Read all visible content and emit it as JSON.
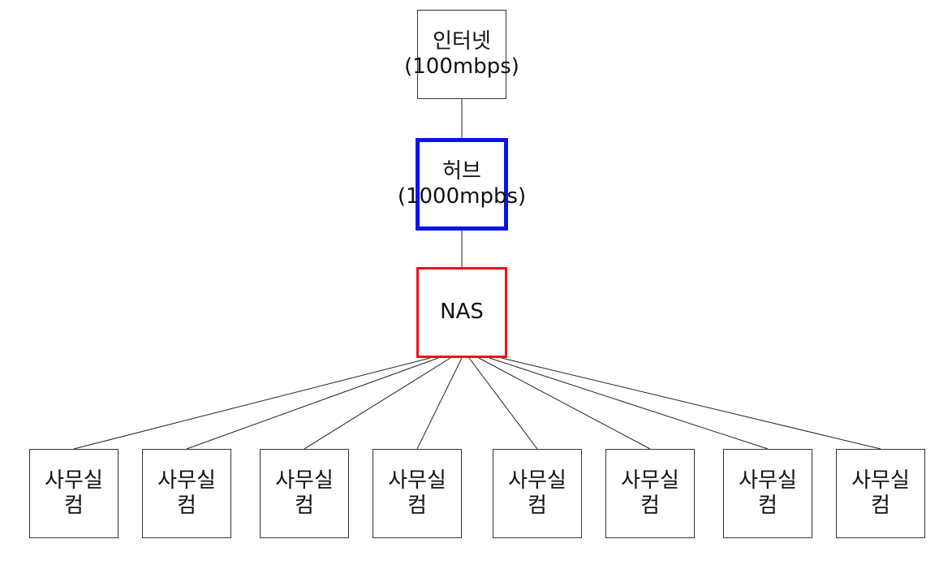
{
  "diagram": {
    "internet": {
      "line1": "인터넷",
      "line2": "(100mbps)",
      "border_color": "#333333"
    },
    "hub": {
      "line1": "허브",
      "line2": "(1000mpbs)",
      "border_color": "#0a14e8"
    },
    "nas": {
      "label": "NAS",
      "border_color": "#e81418"
    },
    "office_pcs": [
      {
        "line1": "사무실",
        "line2": "컴"
      },
      {
        "line1": "사무실",
        "line2": "컴"
      },
      {
        "line1": "사무실",
        "line2": "컴"
      },
      {
        "line1": "사무실",
        "line2": "컴"
      },
      {
        "line1": "사무실",
        "line2": "컴"
      },
      {
        "line1": "사무실",
        "line2": "컴"
      },
      {
        "line1": "사무실",
        "line2": "컴"
      },
      {
        "line1": "사무실",
        "line2": "컴"
      }
    ]
  }
}
